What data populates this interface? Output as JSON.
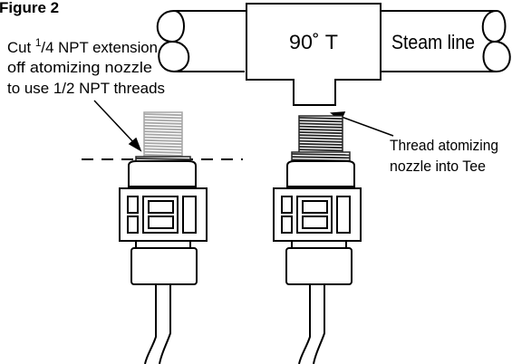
{
  "figure": {
    "title": "Figure 2",
    "tee_label": "90˚ T",
    "steam_label": "Steam line",
    "left_note": {
      "line1_pre": "Cut ",
      "line1_sup": "1",
      "line1_post": "/4 NPT extension",
      "line2": "off atomizing nozzle",
      "line3": "to use 1/2 NPT threads"
    },
    "right_note": {
      "line1": "Thread atomizing",
      "line2": "nozzle into Tee"
    },
    "colors": {
      "line": "#000000",
      "cut_extension": "#a6a6a6",
      "thread_dark": "#262626"
    }
  }
}
